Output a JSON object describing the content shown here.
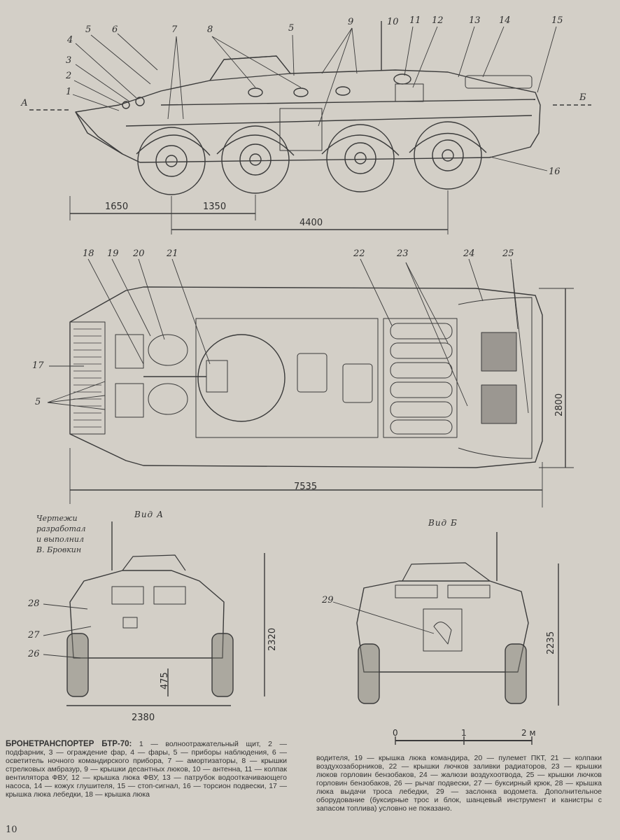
{
  "callouts": {
    "side": [
      "1",
      "2",
      "3",
      "4",
      "5",
      "6",
      "7",
      "8",
      "5",
      "9",
      "10",
      "11",
      "12",
      "13",
      "14",
      "15",
      "16"
    ],
    "top": [
      "18",
      "19",
      "20",
      "21",
      "22",
      "23",
      "24",
      "25",
      "17",
      "5"
    ],
    "front": [
      "28",
      "27",
      "26"
    ],
    "rear": [
      "29"
    ]
  },
  "section_marks": {
    "a": "А",
    "b": "Б"
  },
  "dimensions": {
    "side_1650": "1650",
    "side_1350": "1350",
    "side_4400": "4400",
    "top_length": "7535",
    "top_width": "2800",
    "front_height": "2320",
    "front_clearance": "475",
    "front_track": "2380",
    "rear_height": "2235"
  },
  "views": {
    "front": "Вид А",
    "rear": "Вид Б"
  },
  "credit": [
    "Чертежи",
    "разработал",
    "и выполнил",
    "В. Бровкин"
  ],
  "scale": {
    "zero": "0",
    "one": "1",
    "two": "2 м"
  },
  "caption": {
    "title": "БРОНЕТРАНСПОРТЕР БТР-70:",
    "left": "1 — волноотражательный щит, 2 — подфарник, 3 — ограждение фар, 4 — фары, 5 — приборы наблюдения, 6 — осветитель ночного командирского прибора, 7 — амортизаторы, 8 — крышки стрелковых амбразур, 9 — крышки десантных люков, 10 — антенна, 11 — колпак вентилятора ФВУ, 12 — крышка люка ФВУ, 13 — патрубок водооткачивающего насоса, 14 — кожух глушителя, 15 — стоп-сигнал, 16 — торсион подвески, 17 — крышка люка лебедки, 18 — крышка люка",
    "right": "водителя, 19 — крышка люка командира, 20 — пулемет ПКТ, 21 — колпаки воздухозаборников, 22 — крышки лючков заливки радиаторов, 23 — крышки люков горловин бензобаков, 24 — жалюзи воздухоотвода, 25 — крышки лючков горловин бензобаков, 26 — рычаг подвески, 27 — буксирный крюк, 28 — крышка люка выдачи троса лебедки, 29 — заслонка водомета. Дополнительное оборудование (буксирные трос и блок, шанцевый инструмент и канистры с запасом топлива) условно не показано."
  },
  "page_number": "10"
}
